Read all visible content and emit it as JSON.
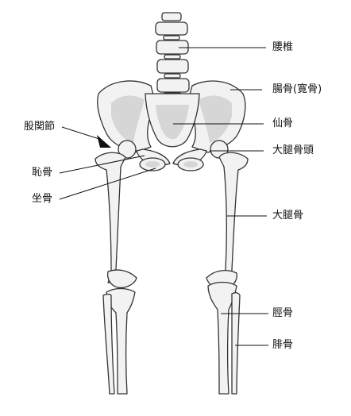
{
  "labels": {
    "lumbar": "腰椎",
    "ilium": "腸骨(寛骨)",
    "hip_joint": "股関節",
    "sacrum": "仙骨",
    "femoral_head": "大腿骨頭",
    "pubis": "恥骨",
    "ischium": "坐骨",
    "femur": "大腿骨",
    "tibia": "脛骨",
    "fibula": "腓骨"
  },
  "colors": {
    "bone_fill": "#f2f2f2",
    "bone_shade": "#d6d6d6",
    "outline": "#333333",
    "text": "#111111"
  }
}
